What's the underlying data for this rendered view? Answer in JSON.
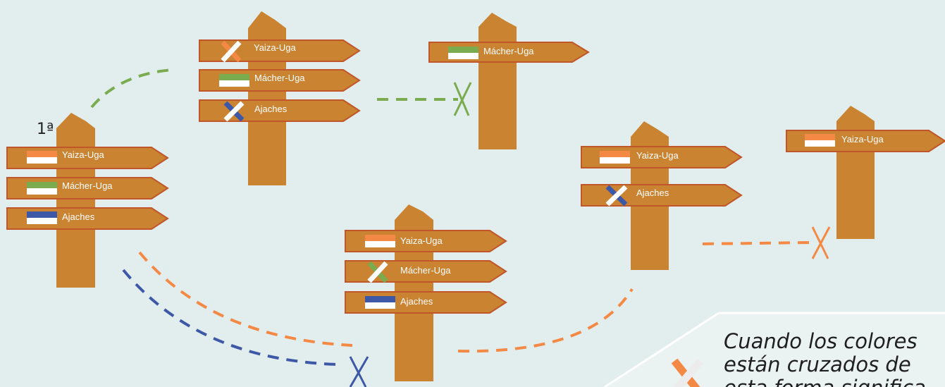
{
  "colors": {
    "background": "#e2eeed",
    "wood": "#c98331",
    "wood_border": "#c0562a",
    "orange": "#f38944",
    "green": "#7aab4f",
    "blue": "#3e58a8",
    "white": "#ffffff"
  },
  "routes": {
    "yaiza": "Yaiza-Uga",
    "macher": "Mácher-Uga",
    "ajaches": "Ajaches"
  },
  "first_label": "1ª",
  "note": {
    "line1": "Cuando los colores",
    "line2": "están cruzados de",
    "line3": "esta forma significa"
  }
}
